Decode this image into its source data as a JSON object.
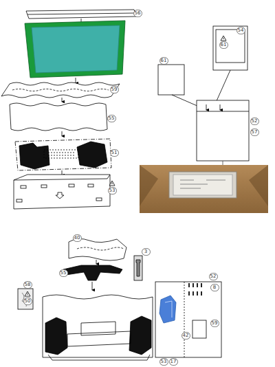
{
  "diagram": {
    "labels": [
      "56",
      "59",
      "55",
      "51",
      "53",
      "54",
      "61",
      "61",
      "52",
      "57",
      "40",
      "3",
      "55",
      "58",
      "50",
      "52",
      "8",
      "59",
      "42",
      "53",
      "17"
    ]
  }
}
